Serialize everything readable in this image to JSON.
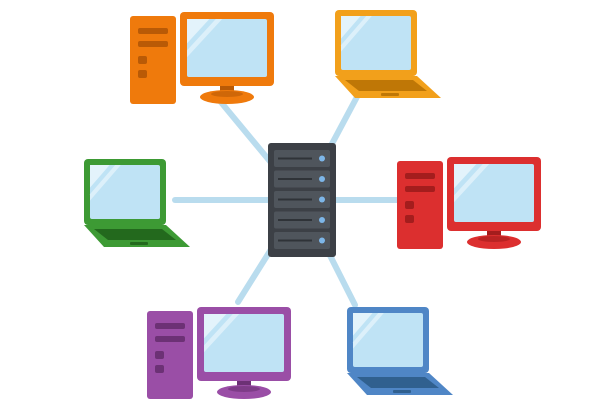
{
  "diagram": {
    "topology": "star",
    "link_color": "#b9dcee",
    "screen_color": "#bfe3f5",
    "screen_shine": "#e3f3fb",
    "hub": {
      "kind": "server-rack",
      "body_color": "#3c4046",
      "slot_color": "#4f555c",
      "light_color": "#7db6e8",
      "slots": 5
    },
    "nodes": [
      {
        "id": "top-left",
        "kind": "desktop",
        "color": "#ef7a0c",
        "dark": "#b95a06"
      },
      {
        "id": "top-right",
        "kind": "laptop",
        "color": "#f2a01b",
        "dark": "#bf7706"
      },
      {
        "id": "middle-left",
        "kind": "laptop",
        "color": "#3d9a34",
        "dark": "#23691d"
      },
      {
        "id": "middle-right",
        "kind": "desktop",
        "color": "#dc2f2f",
        "dark": "#a41d1d"
      },
      {
        "id": "bottom-left",
        "kind": "desktop",
        "color": "#9a4ea6",
        "dark": "#6c3175"
      },
      {
        "id": "bottom-right",
        "kind": "laptop",
        "color": "#4f86c6",
        "dark": "#30608f"
      }
    ]
  }
}
